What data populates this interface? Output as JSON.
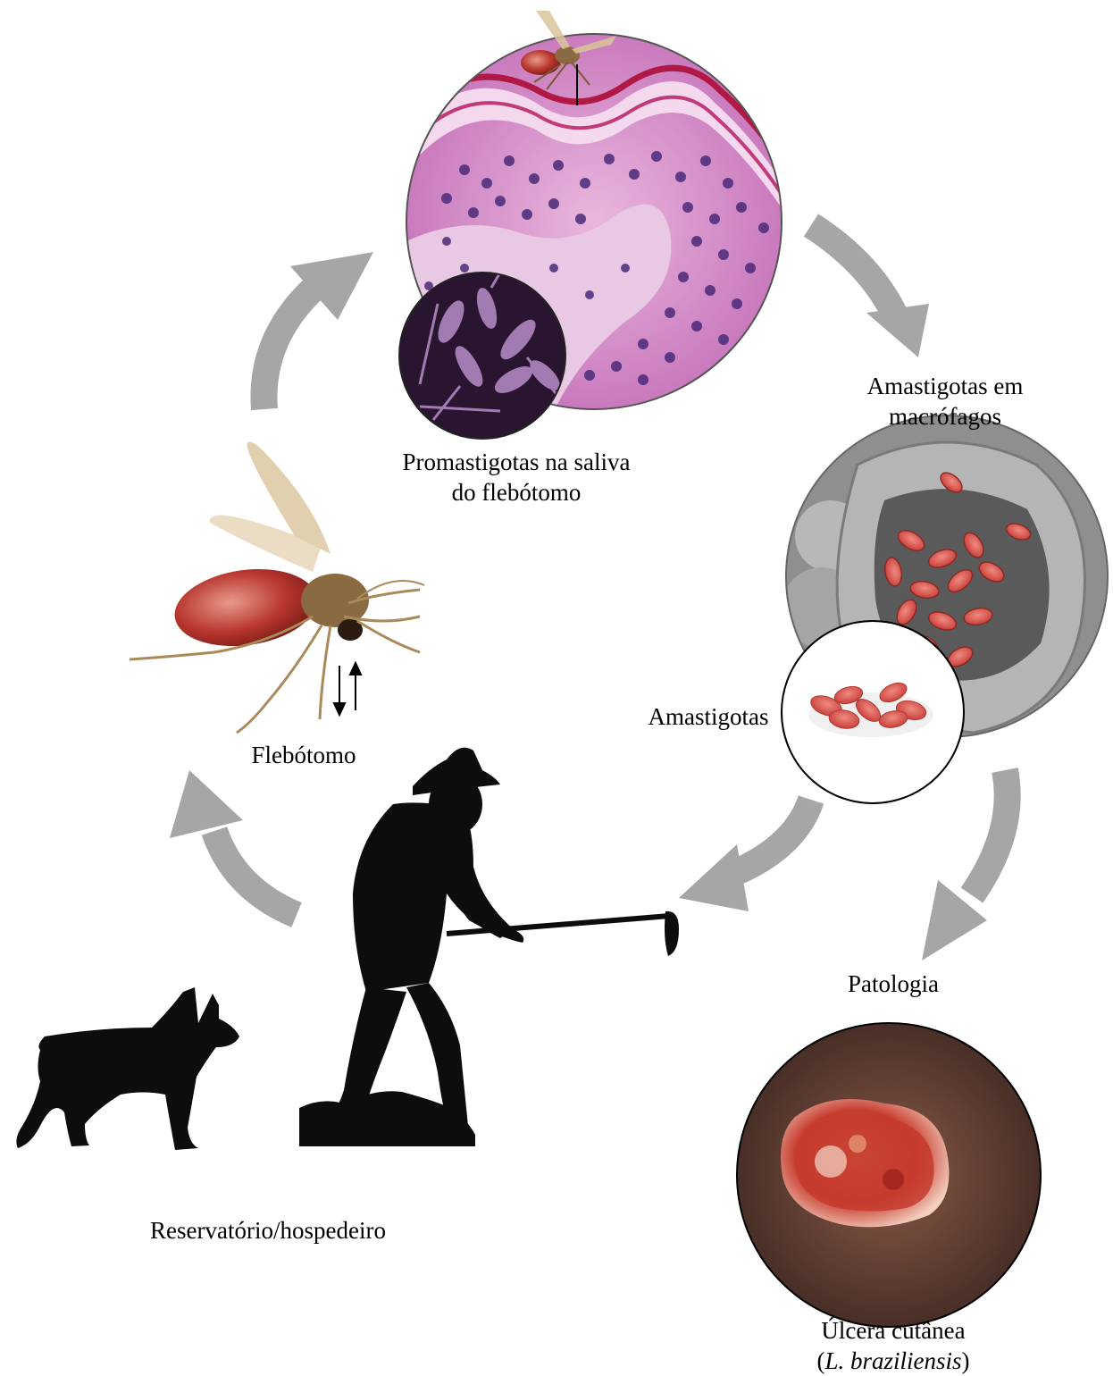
{
  "labels": {
    "promastigotes_line1": "Promastigotas na saliva",
    "promastigotes_line2": "do flebótomo",
    "amastigotes_macrophages_line1": "Amastigotas em",
    "amastigotes_macrophages_line2": "macrófagos",
    "amastigotes": "Amastigotas",
    "sandfly": "Flebótomo",
    "pathology": "Patologia",
    "reservoir_host": "Reservatório/hospedeiro",
    "ulcer_line1": "Úlcera cutânea",
    "ulcer_paren_open": "(",
    "ulcer_species": "L. braziliensis",
    "ulcer_paren_close": ")"
  },
  "colors": {
    "arrow": "#a6a6a6",
    "silhouette": "#0d0d0d",
    "skin_stain": "#c775b8",
    "skin_nuclei": "#4a2a7a",
    "amastigote": "#d9504a",
    "ulcer": "#c23a2a",
    "cell_gray": "#8f8f8f",
    "promastigote_bg": "#2a1530",
    "promastigote": "#a27bb3"
  },
  "icons": {
    "sandfly": "sandfly-icon",
    "dog": "dog-silhouette",
    "man": "man-silhouette"
  }
}
